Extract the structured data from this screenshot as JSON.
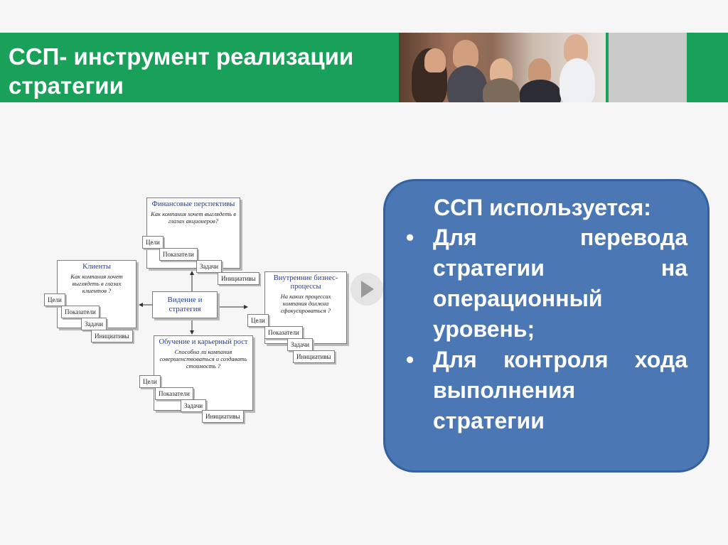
{
  "slide": {
    "title": "ССП- инструмент реализации стратегии"
  },
  "diagram": {
    "center": "Видение и стратегия",
    "finance": {
      "title": "Финансовые перспективы",
      "question": "Как компания хочет выглядеть в глазах акционеров?"
    },
    "clients": {
      "title": "Клиенты",
      "question": "Как компания хочет выглядеть в глазах клиентов ?"
    },
    "internal": {
      "title": "Внутренние бизнес-процессы",
      "question": "На каких процессах компания должна сфокусироваться ?"
    },
    "learning": {
      "title": "Обучение и карьерный рост",
      "question": "Способна ли компания совершенствоваться и создавать стоимость ?"
    },
    "tags": {
      "goals": "Цели",
      "indicators": "Показатели",
      "tasks": "Задачи",
      "initiatives": "Инициативы"
    }
  },
  "panel": {
    "heading": "ССП используется:",
    "bullets": [
      "Для перевода стратегии на операционный уровень;",
      "Для контроля хода выполнения стратегии"
    ]
  },
  "colors": {
    "header_green": "#19a15a",
    "panel_blue": "#4b78b5",
    "diagram_title_blue": "#1f3c9c"
  },
  "icons": {
    "next": "play-arrow-icon"
  }
}
